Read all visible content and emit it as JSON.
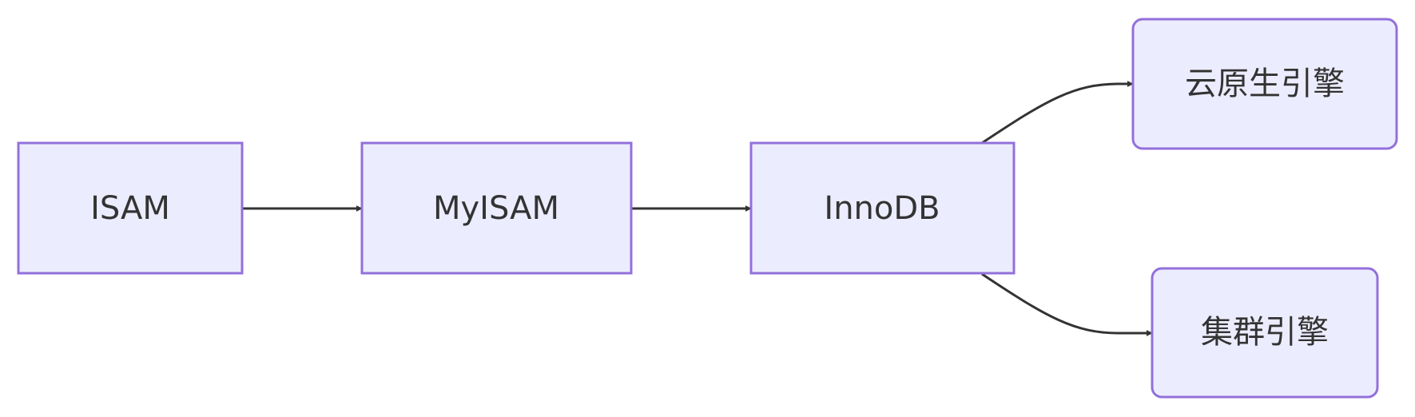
{
  "diagram": {
    "type": "flowchart",
    "direction": "left-to-right",
    "colors": {
      "node_fill": "#ECECFF",
      "node_border": "#9370DB",
      "text": "#333333",
      "edge": "#333333"
    },
    "nodes": [
      {
        "id": "isam",
        "label": "ISAM",
        "shape": "rectangle"
      },
      {
        "id": "myisam",
        "label": "MyISAM",
        "shape": "rectangle"
      },
      {
        "id": "innodb",
        "label": "InnoDB",
        "shape": "rectangle"
      },
      {
        "id": "cloud",
        "label": "云原生引擎",
        "shape": "rounded-rectangle"
      },
      {
        "id": "cluster",
        "label": "集群引擎",
        "shape": "rounded-rectangle"
      }
    ],
    "edges": [
      {
        "from": "isam",
        "to": "myisam"
      },
      {
        "from": "myisam",
        "to": "innodb"
      },
      {
        "from": "innodb",
        "to": "cloud"
      },
      {
        "from": "innodb",
        "to": "cluster"
      }
    ]
  }
}
